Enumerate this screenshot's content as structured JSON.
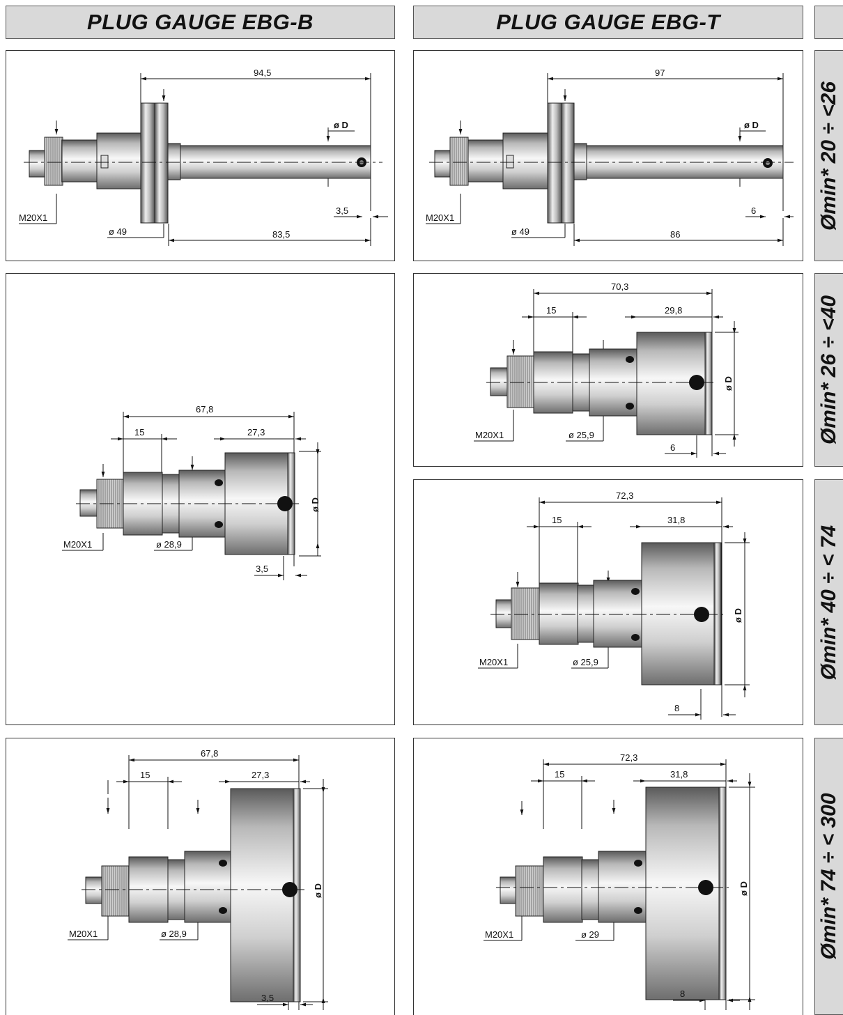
{
  "headers": {
    "left_title": "PLUG GAUGE EBG-B",
    "right_title": "PLUG GAUGE EBG-T"
  },
  "side_labels": {
    "row1": "Ømin* 20 ÷ <26",
    "row2": "Ømin* 26 ÷ <40",
    "row3": "Ømin* 40 ÷ < 74",
    "row4": "Ømin* 74 ÷ < 300"
  },
  "diagrams": {
    "b1": {
      "top": "94,5",
      "od": "ø D",
      "thread": "M20X1",
      "flange": "ø 49",
      "len": "83,5",
      "off": "3,5"
    },
    "t1": {
      "top": "97",
      "od": "ø D",
      "thread": "M20X1",
      "flange": "ø 49",
      "len": "86",
      "off": "6"
    },
    "b2": {
      "total": "67,8",
      "a": "15",
      "b": "27,3",
      "thread": "M20X1",
      "dia": "ø 28,9",
      "od": "ø D",
      "off": "3,5"
    },
    "t2": {
      "total": "70,3",
      "a": "15",
      "b": "29,8",
      "thread": "M20X1",
      "dia": "ø 25,9",
      "od": "ø D",
      "off": "6"
    },
    "t3": {
      "total": "72,3",
      "a": "15",
      "b": "31,8",
      "thread": "M20X1",
      "dia": "ø 25,9",
      "od": "ø D",
      "off": "8"
    },
    "b4": {
      "total": "67,8",
      "a": "15",
      "b": "27,3",
      "thread": "M20X1",
      "dia": "ø 28,9",
      "od": "ø D",
      "off": "3,5"
    },
    "t4": {
      "total": "72,3",
      "a": "15",
      "b": "31,8",
      "thread": "M20X1",
      "dia": "ø 29",
      "od": "ø D",
      "off": "8"
    }
  }
}
